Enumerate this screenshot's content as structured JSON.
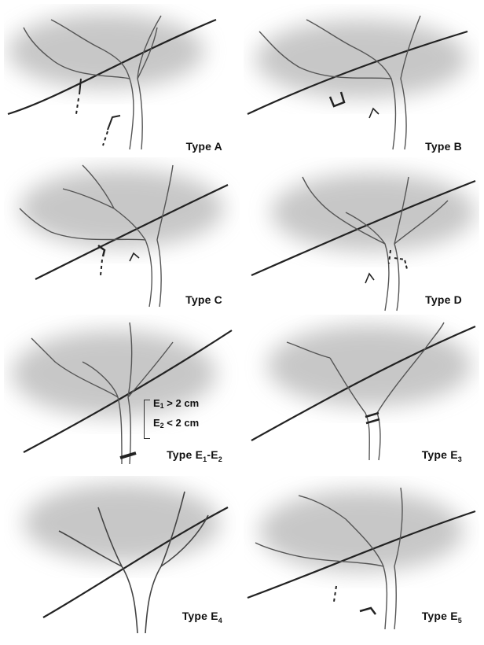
{
  "figure": {
    "panels": [
      {
        "label": "Type A"
      },
      {
        "label": "Type B"
      },
      {
        "label": "Type C"
      },
      {
        "label": "Type D"
      },
      {
        "label_main": "Type E",
        "label_sub1": "1",
        "label_sep": "-E",
        "label_sub2": "2",
        "note1_prefix": "E",
        "note1_sub": "1",
        "note1_text": " > 2 cm",
        "note2_prefix": "E",
        "note2_sub": "2",
        "note2_text": " < 2 cm"
      },
      {
        "label_main": "Type E",
        "label_sub": "3"
      },
      {
        "label_main": "Type E",
        "label_sub": "4"
      },
      {
        "label_main": "Type E",
        "label_sub": "5"
      }
    ]
  }
}
